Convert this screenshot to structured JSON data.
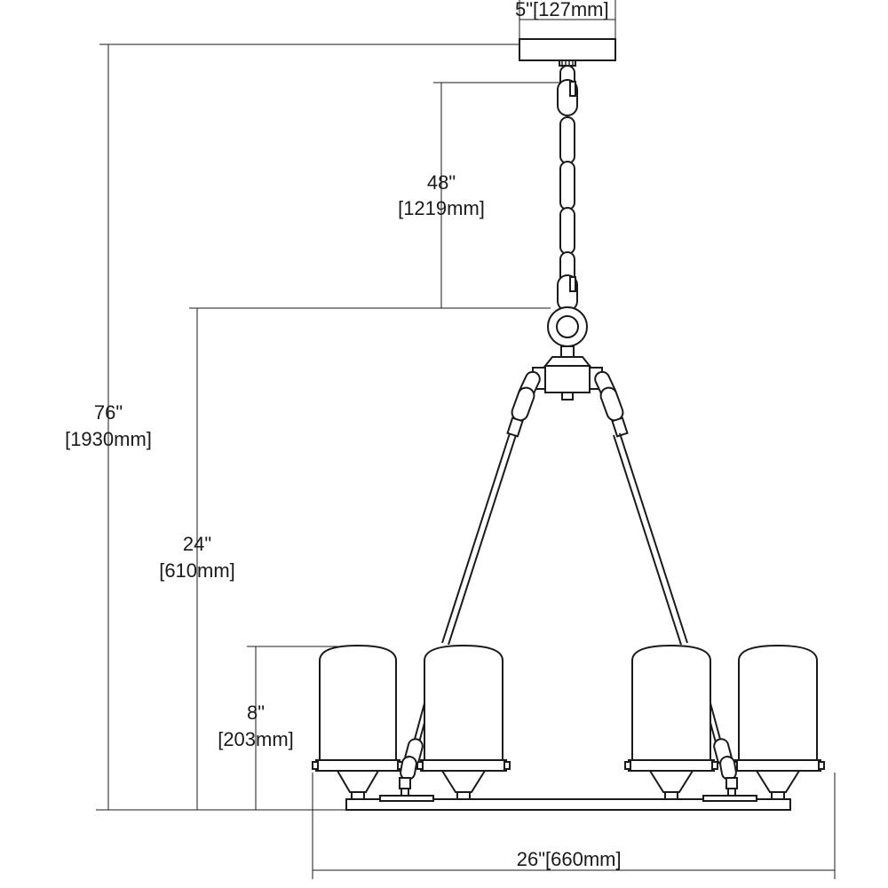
{
  "dimensions": {
    "canopy_width": {
      "imperial": "5\"",
      "metric": "[127mm]"
    },
    "chain_length": {
      "imperial": "48\"",
      "metric": "[1219mm]"
    },
    "overall_height": {
      "imperial": "76\"",
      "metric": "[1930mm]"
    },
    "body_height": {
      "imperial": "24\"",
      "metric": "[610mm]"
    },
    "shade_height": {
      "imperial": "8\"",
      "metric": "[203mm]"
    },
    "overall_width": {
      "imperial": "26\"",
      "metric": "[660mm]"
    }
  }
}
